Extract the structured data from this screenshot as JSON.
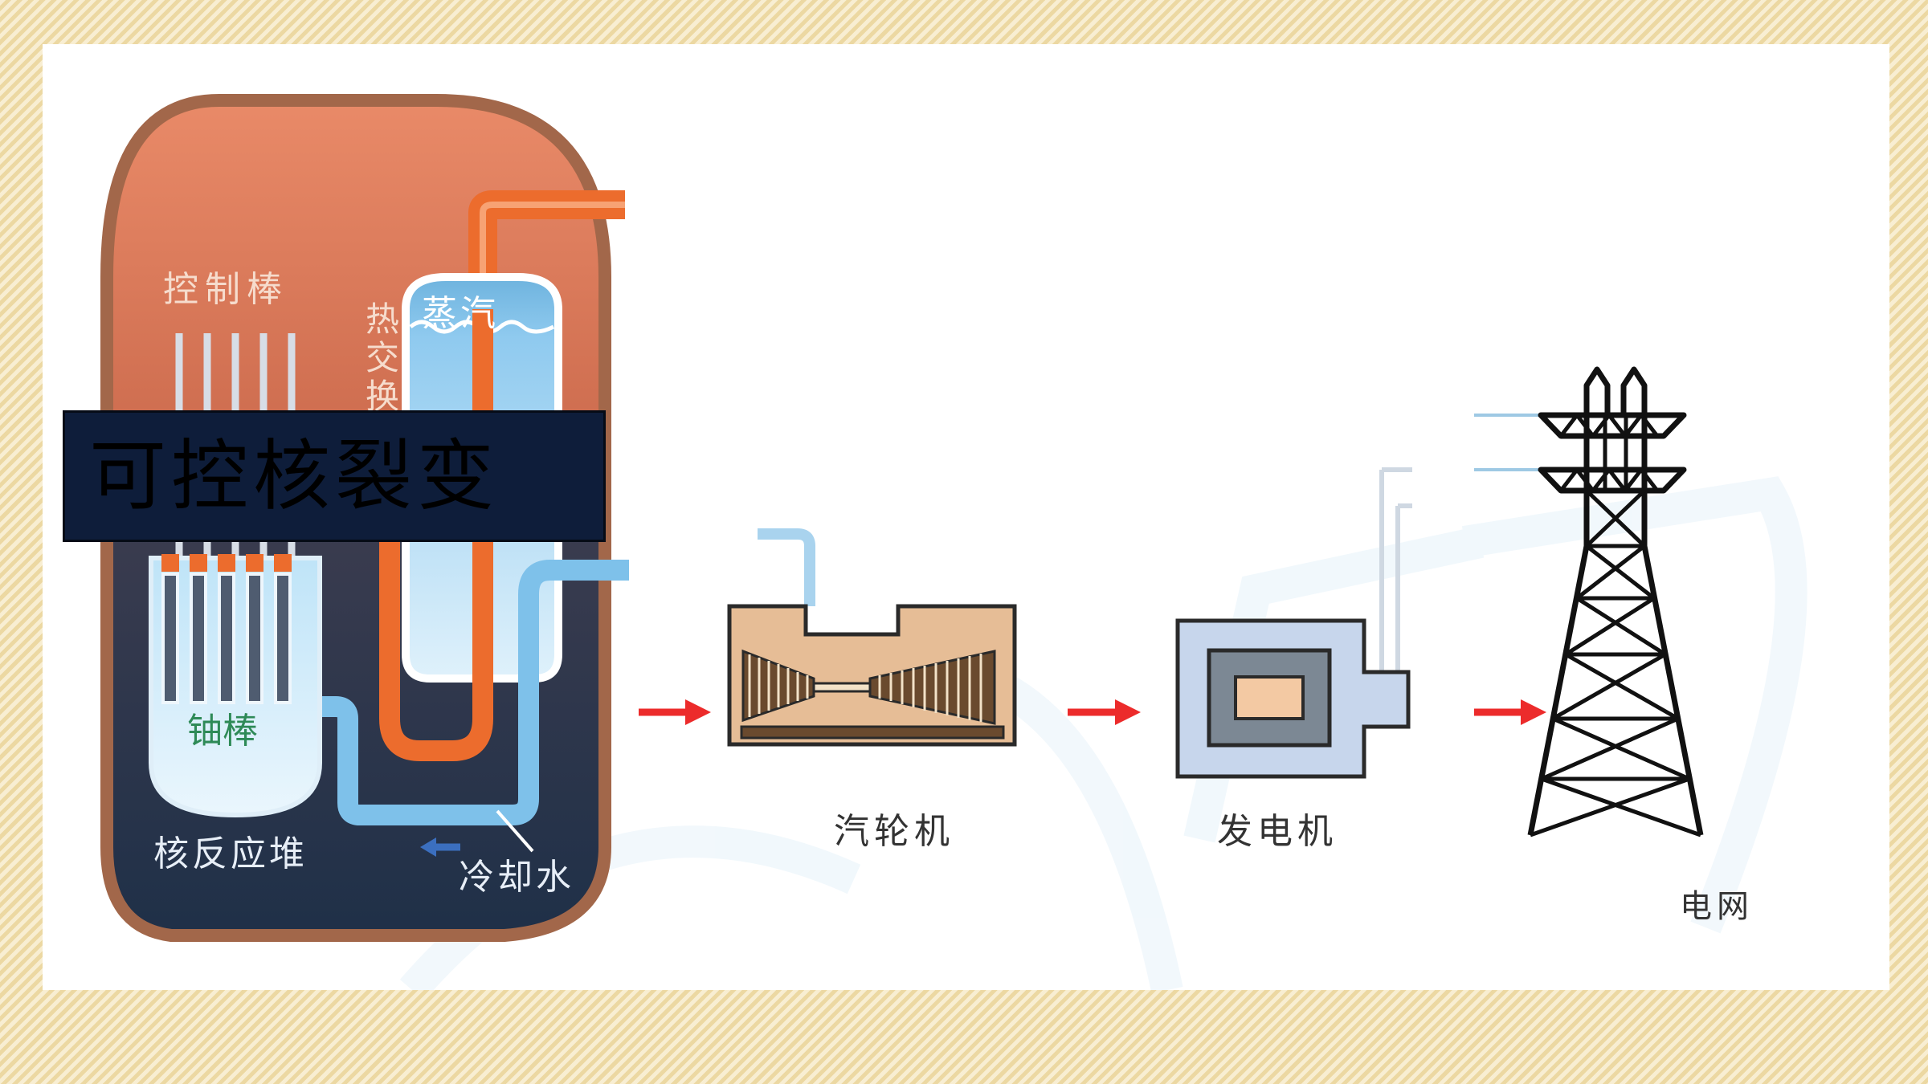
{
  "title": "可控核裂变",
  "labels": {
    "control_rods": "控制棒",
    "heat_exchanger": "热交换",
    "steam": "蒸汽",
    "uranium_rods": "铀棒",
    "reactor_core": "核反应堆",
    "cooling_water": "冷却水",
    "turbine": "汽轮机",
    "generator": "发电机",
    "grid": "电网"
  },
  "colors": {
    "reactor_top": "#e98a68",
    "reactor_bottom": "#1f3048",
    "vessel_border": "#a2674a",
    "coolant_pipe": "#7ec1ea",
    "steam_pipe": "#ec6c2d",
    "flow_arrow": "#ec2b2b",
    "turbine_body": "#e6bd96",
    "generator_body": "#c7d6ec",
    "title_bg": "#0e1d3a",
    "title_text": "#000000",
    "page_bg": "#f3e3b4"
  }
}
